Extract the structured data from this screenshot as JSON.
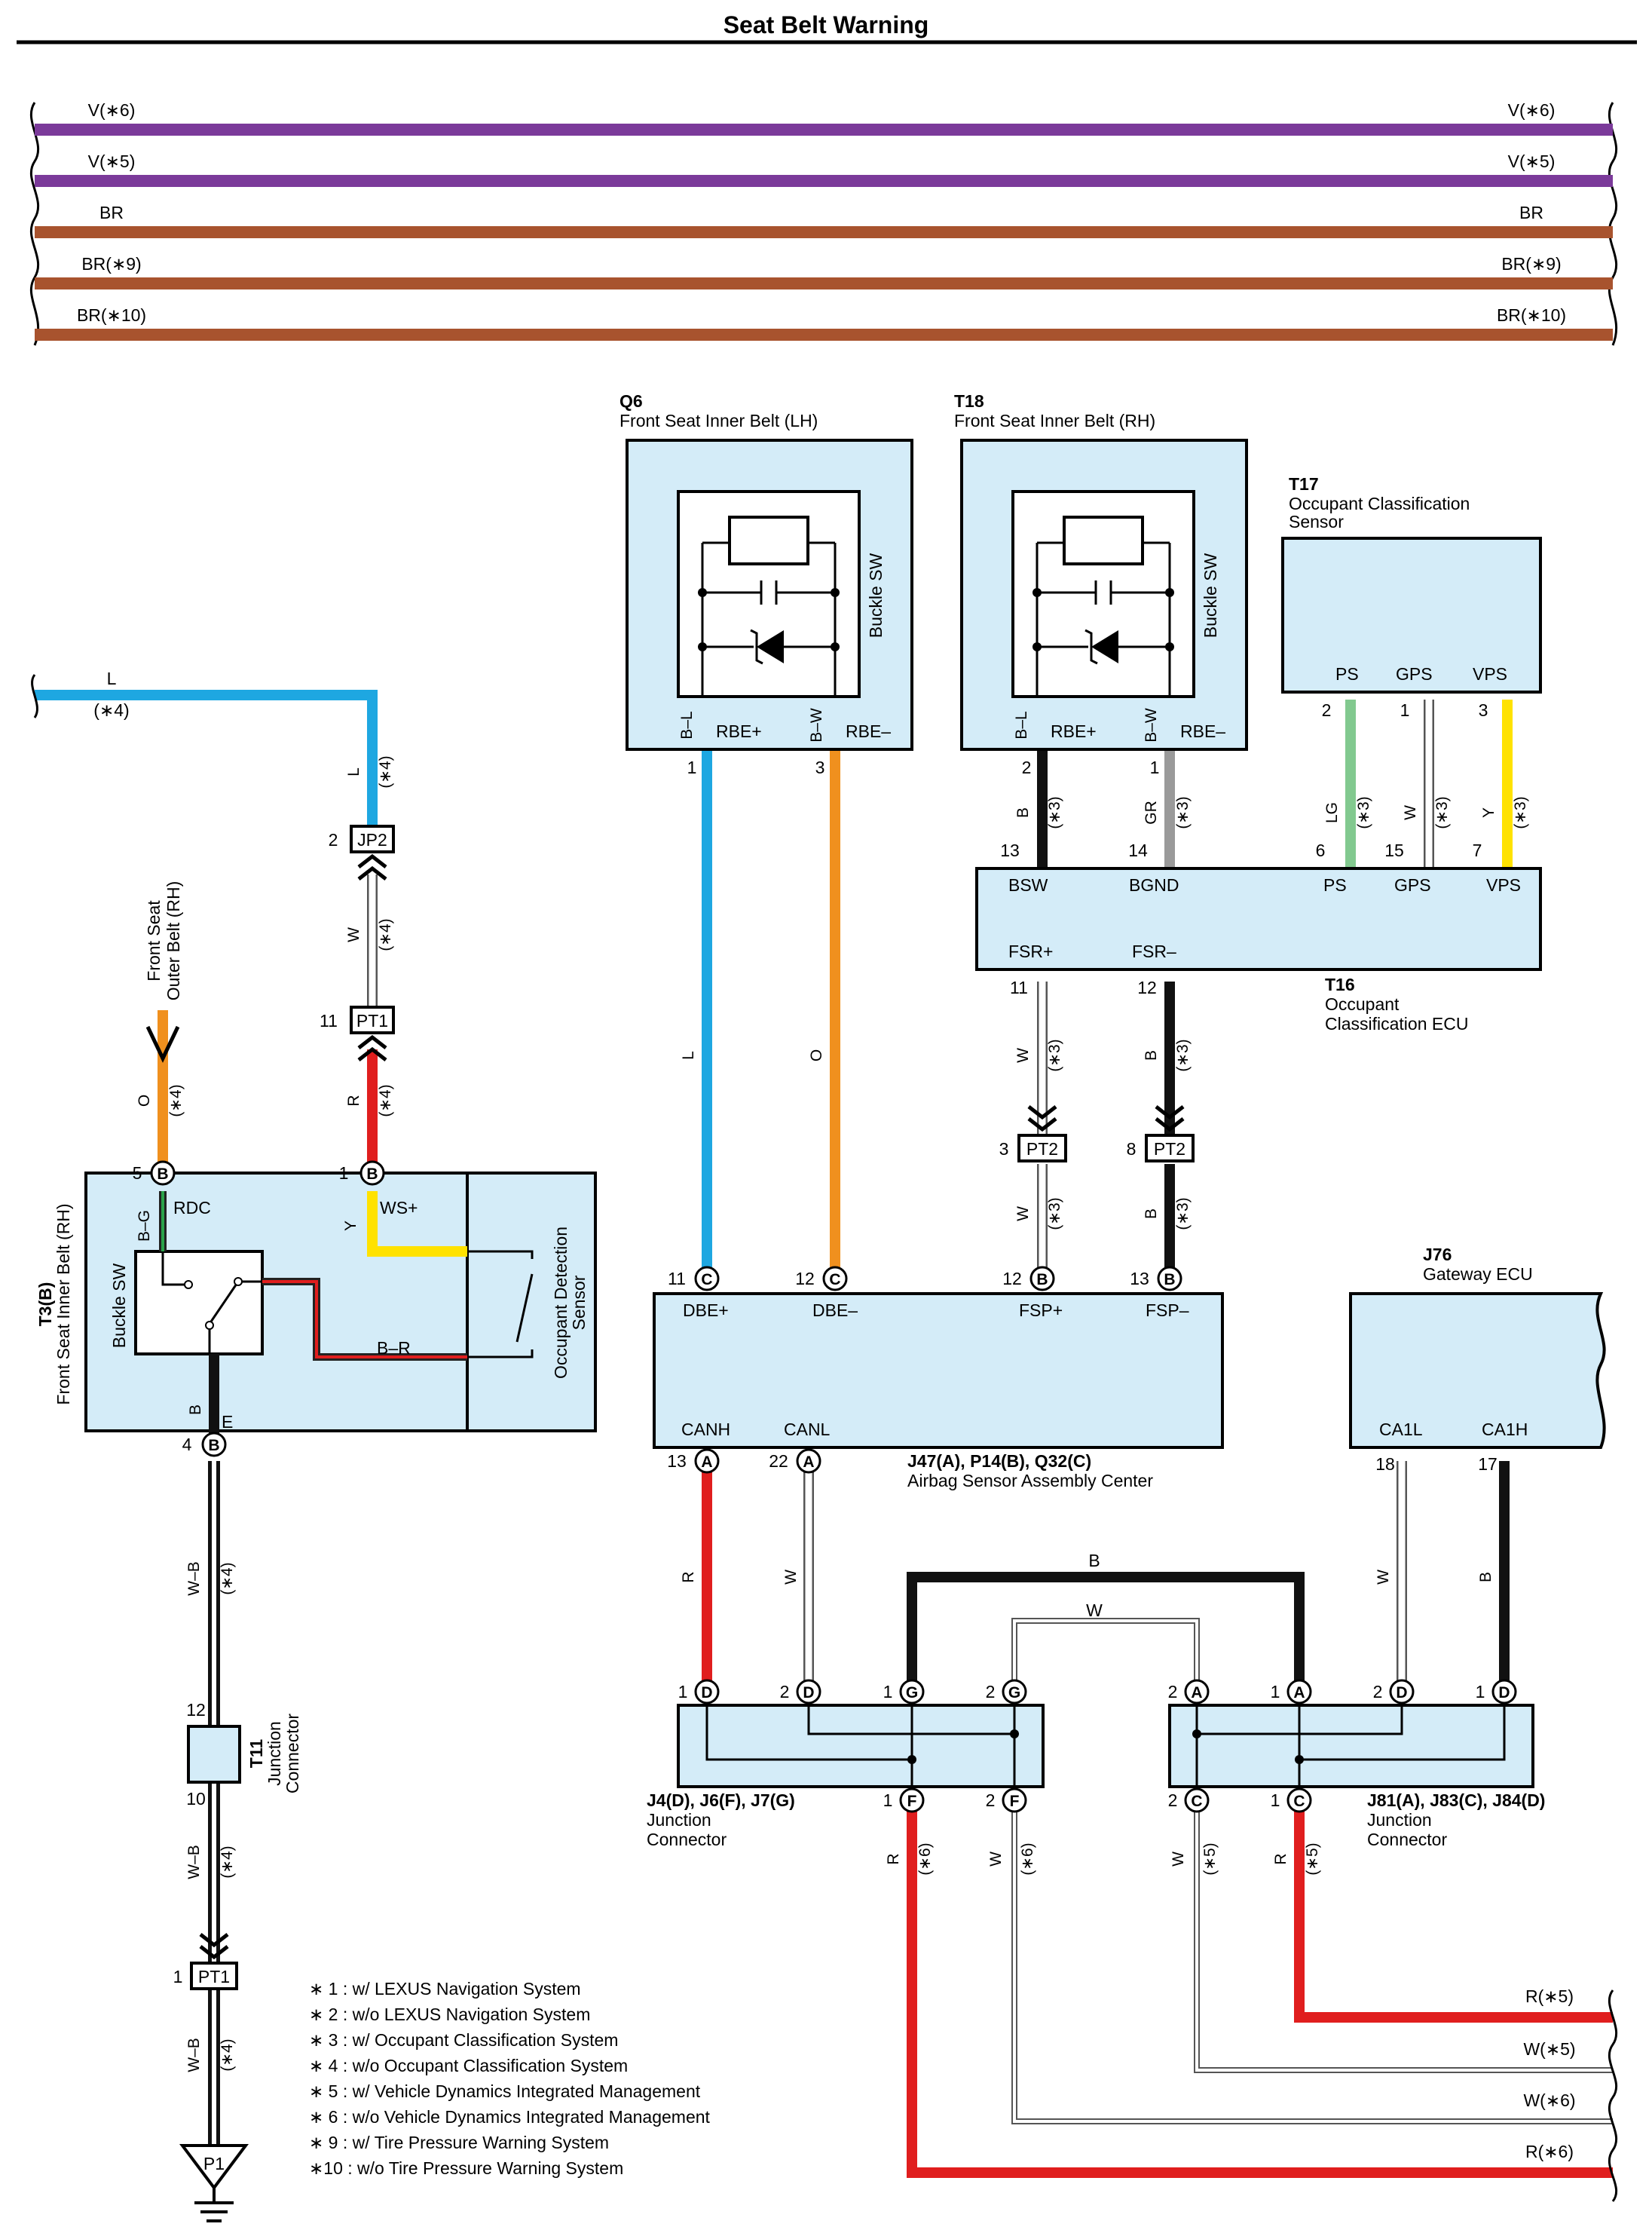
{
  "title": "Seat Belt Warning",
  "colors": {
    "violet": "#7b3a9a",
    "brown": "#a8532e",
    "blue": "#1ea7e1",
    "orange": "#f0901e",
    "red": "#e01e1e",
    "yellow": "#ffe200",
    "green": "#82c98f",
    "gray": "#9a9a9a",
    "black": "#111111",
    "box_fill": "#d4ecf8"
  },
  "bus_lines": [
    {
      "label": "V(∗6)",
      "color": "violet"
    },
    {
      "label": "V(∗5)",
      "color": "violet"
    },
    {
      "label": "BR",
      "color": "brown"
    },
    {
      "label": "BR(∗9)",
      "color": "brown"
    },
    {
      "label": "BR(∗10)",
      "color": "brown"
    }
  ],
  "components": {
    "q6": {
      "code": "Q6",
      "name": "Front Seat Inner Belt (LH)",
      "switch": "Buckle SW",
      "pins": {
        "p1": "1",
        "p3": "3"
      },
      "wires": {
        "w1": "B–L",
        "w2": "B–W"
      },
      "terms": {
        "t1": "RBE+",
        "t2": "RBE–"
      }
    },
    "t18": {
      "code": "T18",
      "name": "Front Seat Inner Belt (RH)",
      "switch": "Buckle SW",
      "pins": {
        "p2": "2",
        "p1": "1"
      },
      "wires": {
        "w1": "B–L",
        "w2": "B–W"
      },
      "terms": {
        "t1": "RBE+",
        "t2": "RBE–"
      }
    },
    "t17": {
      "code": "T17",
      "name_line1": "Occupant Classification",
      "name_line2": "Sensor",
      "terms": {
        "ps": "PS",
        "gps": "GPS",
        "vps": "VPS"
      },
      "pins": {
        "p2": "2",
        "p1": "1",
        "p3": "3"
      }
    },
    "t16": {
      "code": "T16",
      "name_line1": "Occupant",
      "name_line2": "Classification ECU",
      "terms": {
        "bsw": "BSW",
        "bgnd": "BGND",
        "ps": "PS",
        "gps": "GPS",
        "vps": "VPS",
        "fsrp": "FSR+",
        "fsrm": "FSR–"
      },
      "pins": {
        "p13": "13",
        "p14": "14",
        "p6": "6",
        "p15": "15",
        "p7": "7",
        "p11": "11",
        "p12": "12"
      }
    },
    "t3": {
      "code": "T3(B)",
      "name": "Front Seat Inner Belt (RH)",
      "switch": "Buckle SW",
      "sensor_line1": "Occupant Detection",
      "sensor_line2": "Sensor",
      "terms": {
        "rdc": "RDC",
        "wsp": "WS+",
        "br": "B–R",
        "e": "E",
        "bg": "B–G",
        "y": "Y",
        "b": "B"
      },
      "pins": {
        "p5": "5",
        "p1": "1",
        "p4": "4",
        "letter": "B"
      }
    },
    "outer_belt": {
      "line1": "Front Seat",
      "line2": "Outer Belt (RH)"
    },
    "airbag": {
      "code": "J47(A), P14(B), Q32(C)",
      "name": "Airbag Sensor Assembly Center",
      "terms": {
        "dbep": "DBE+",
        "dbem": "DBE–",
        "fspp": "FSP+",
        "fspm": "FSP–",
        "canh": "CANH",
        "canl": "CANL"
      },
      "pins": {
        "p11": "11",
        "p12a": "12",
        "p12b": "12",
        "p13a": "13",
        "p13b": "13",
        "p22": "22",
        "c": "C",
        "b": "B",
        "a": "A"
      }
    },
    "j76": {
      "code": "J76",
      "name": "Gateway ECU",
      "terms": {
        "ca1l": "CA1L",
        "ca1h": "CA1H"
      },
      "pins": {
        "p18": "18",
        "p17": "17"
      }
    },
    "jc_left": {
      "code": "J4(D), J6(F), J7(G)",
      "name_line1": "Junction",
      "name_line2": "Connector",
      "pins": {
        "p1": "1",
        "p2": "2",
        "d": "D",
        "g": "G",
        "f": "F"
      }
    },
    "jc_right": {
      "code": "J81(A), J83(C), J84(D)",
      "name_line1": "Junction",
      "name_line2": "Connector",
      "pins": {
        "p1": "1",
        "p2": "2",
        "a": "A",
        "d": "D",
        "c": "C"
      }
    },
    "t11": {
      "code": "T11",
      "name_line1": "Junction",
      "name_line2": "Connector",
      "pins": {
        "p12": "12",
        "p10": "10"
      }
    },
    "jp2": {
      "code": "JP2",
      "pin": "2"
    },
    "pt1_top": {
      "code": "PT1",
      "pin": "11"
    },
    "pt1_bottom": {
      "code": "PT1",
      "pin": "1"
    },
    "pt2_left": {
      "code": "PT2",
      "pin": "3"
    },
    "pt2_right": {
      "code": "PT2",
      "pin": "8"
    },
    "ground": {
      "code": "P1"
    }
  },
  "wire_labels": {
    "l": "L",
    "o": "O",
    "r": "R",
    "w": "W",
    "b": "B",
    "gr": "GR",
    "lg": "LG",
    "y": "Y",
    "wb": "W–B",
    "n3": "(∗3)",
    "n4": "(∗4)",
    "n5": "(∗5)",
    "n6": "(∗6)"
  },
  "right_ends": [
    "R(∗5)",
    "W(∗5)",
    "W(∗6)",
    "R(∗6)"
  ],
  "notes": [
    "∗ 1 : w/ LEXUS Navigation System",
    "∗ 2 : w/o LEXUS Navigation System",
    "∗ 3 : w/ Occupant Classification System",
    "∗ 4 : w/o Occupant Classification System",
    "∗ 5 : w/ Vehicle Dynamics Integrated Management",
    "∗ 6 : w/o Vehicle Dynamics Integrated Management",
    "∗ 9 : w/ Tire Pressure Warning System",
    "∗10 : w/o Tire Pressure Warning System"
  ]
}
